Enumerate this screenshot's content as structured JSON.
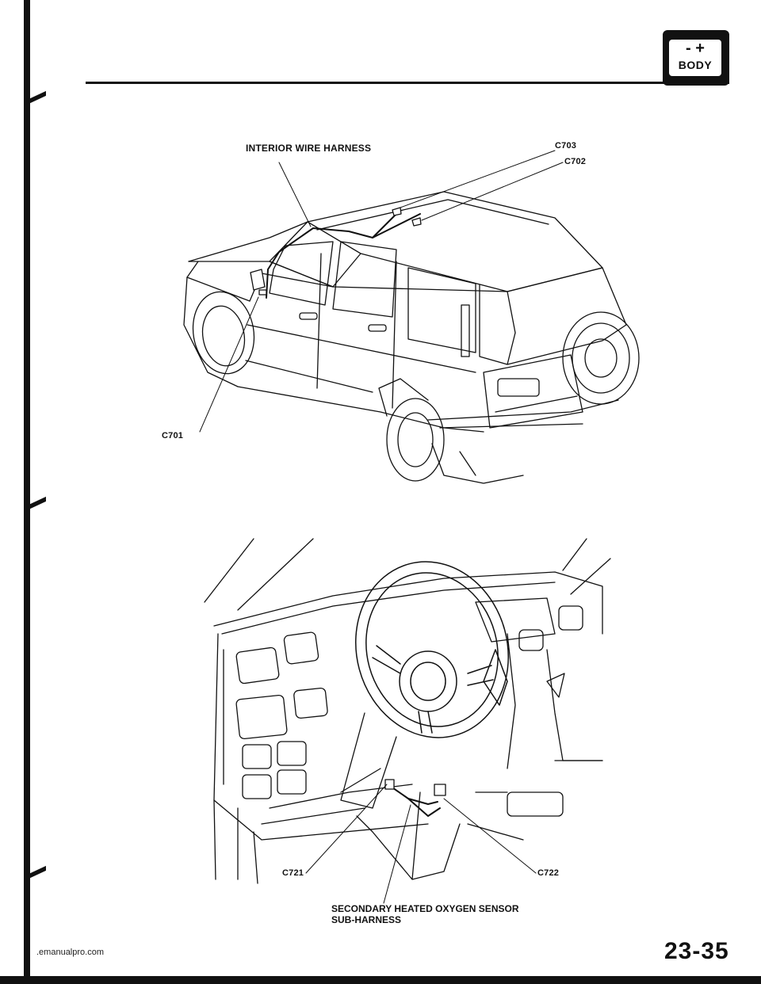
{
  "header": {
    "badge_symbol": "- +",
    "badge_label": "BODY",
    "badge_icon": "battery-icon"
  },
  "top_diagram": {
    "harness_label": "INTERIOR WIRE HARNESS",
    "connectors": [
      "C703",
      "C702",
      "C701"
    ]
  },
  "bottom_diagram": {
    "connectors": [
      "C721",
      "C722"
    ],
    "subharness_line1": "SECONDARY HEATED OXYGEN SENSOR",
    "subharness_line2": "SUB-HARNESS"
  },
  "footer": {
    "page_number": "23-35",
    "site": ".emanualpro.com"
  }
}
